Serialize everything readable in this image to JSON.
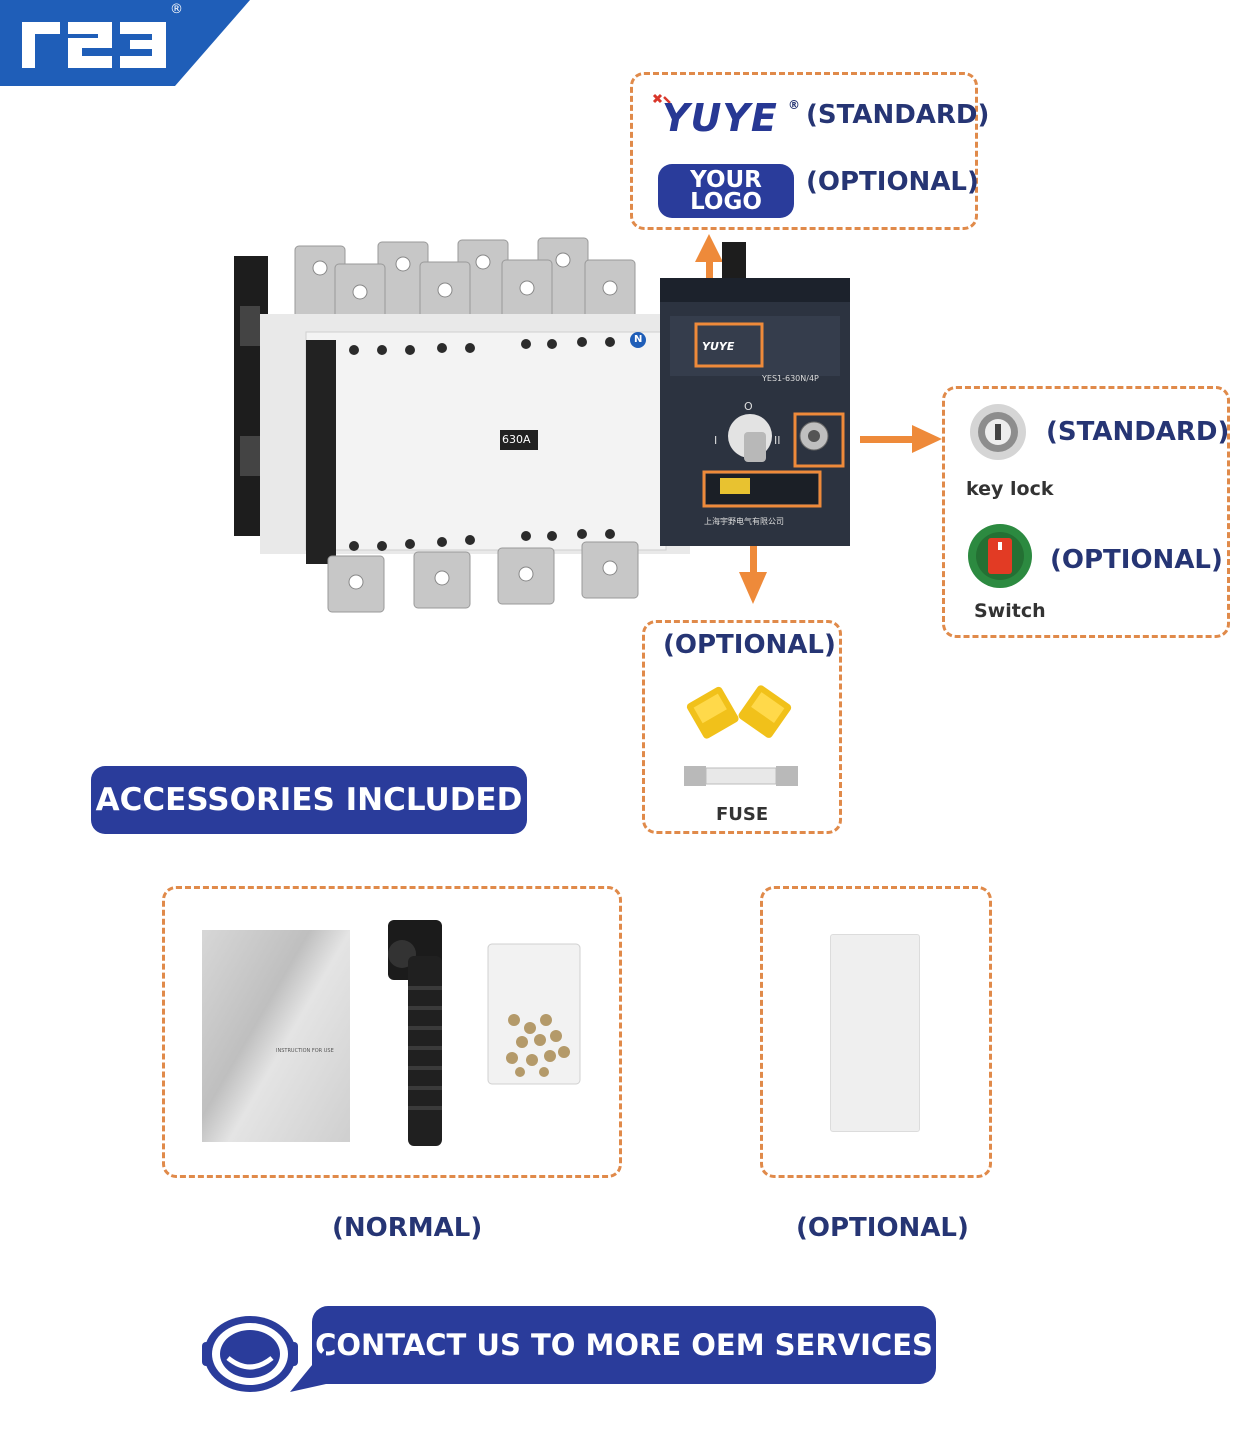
{
  "brand": {
    "logo_text": "r23",
    "registered": "®"
  },
  "label_box": {
    "yuye_text": "YUYE",
    "yuye_reg": "®",
    "standard_label": "(STANDARD)",
    "your_logo": "YOUR LOGO",
    "optional_label": "(OPTIONAL)"
  },
  "device": {
    "rating_badge": "630A",
    "panel_brand": "YUYE",
    "panel_model": "YES1-630N/4P",
    "panel_company": "上海宇野电气有限公司",
    "dial_positions": [
      "O",
      "I",
      "II"
    ],
    "n_mark": "N"
  },
  "lock_box": {
    "standard_label": "(STANDARD)",
    "key_lock_label": "key lock",
    "optional_label": "(OPTIONAL)",
    "switch_label": "Switch"
  },
  "fuse_box": {
    "optional_label": "(OPTIONAL)",
    "fuse_label": "FUSE"
  },
  "accessories": {
    "heading": "ACCESSORIES INCLUDED",
    "normal_caption": "(NORMAL)",
    "optional_caption": "(OPTIONAL)",
    "manual_text": "INSTRUCTION FOR USE"
  },
  "contact": {
    "label": "CONTACT US TO MORE OEM SERVICES"
  },
  "colors": {
    "navy": "#2a3c9b",
    "orange": "#ee8a3a",
    "dash_orange": "#e08a4a",
    "brand_blue": "#1f5eb8"
  }
}
